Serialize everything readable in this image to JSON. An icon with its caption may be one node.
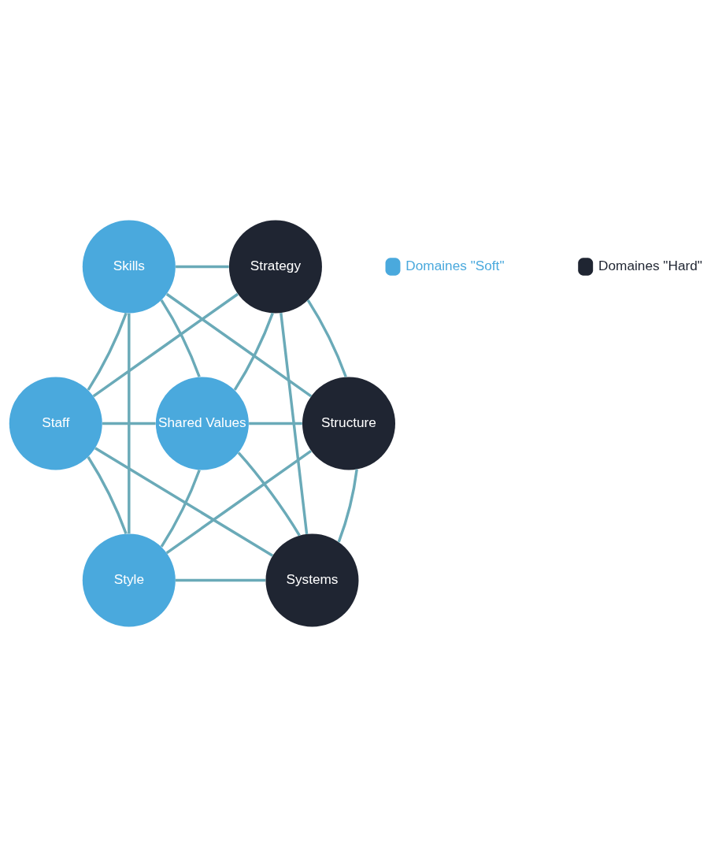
{
  "diagram": {
    "nodes": [
      {
        "text": [
          "Strategy"
        ]
      },
      {
        "text": [
          "Structure"
        ]
      },
      {
        "text": [
          "Systems"
        ]
      },
      {
        "text": [
          "Skills"
        ]
      },
      {
        "text": [
          "Shared Values"
        ]
      },
      {
        "text": [
          "Staff"
        ]
      },
      {
        "text": [
          "Style"
        ]
      }
    ],
    "edges": [
      {
        "from": 0,
        "to": 3,
        "arrow": "none"
      },
      {
        "from": 0,
        "to": 5,
        "arrow": "none"
      },
      {
        "from": 0,
        "to": 4,
        "arrow": "none"
      },
      {
        "from": 0,
        "to": 2,
        "arrow": "none"
      },
      {
        "from": 0,
        "to": 1,
        "arrow": "none"
      },
      {
        "from": 3,
        "to": 5,
        "arrow": "none"
      },
      {
        "from": 3,
        "to": 6,
        "arrow": "none"
      },
      {
        "from": 3,
        "to": 4,
        "arrow": "none"
      },
      {
        "from": 3,
        "to": 1,
        "arrow": "none"
      },
      {
        "from": 1,
        "to": 4,
        "arrow": "none"
      },
      {
        "from": 1,
        "to": 6,
        "arrow": "none"
      },
      {
        "from": 1,
        "to": 2,
        "arrow": "none"
      },
      {
        "from": 2,
        "to": 4,
        "arrow": "none"
      },
      {
        "from": 2,
        "to": 6,
        "arrow": "none"
      },
      {
        "from": 2,
        "to": 5,
        "arrow": "none"
      },
      {
        "from": 5,
        "to": 4,
        "arrow": "none"
      },
      {
        "from": 5,
        "to": 6,
        "arrow": "none"
      },
      {
        "from": 6,
        "to": 4,
        "arrow": "none"
      }
    ],
    "legend": [
      {
        "text": "Domaines \"Soft\"",
        "color": "#4aa9dd"
      },
      {
        "text": "Domaines \"Hard\"",
        "color": "#1f2532"
      }
    ]
  }
}
